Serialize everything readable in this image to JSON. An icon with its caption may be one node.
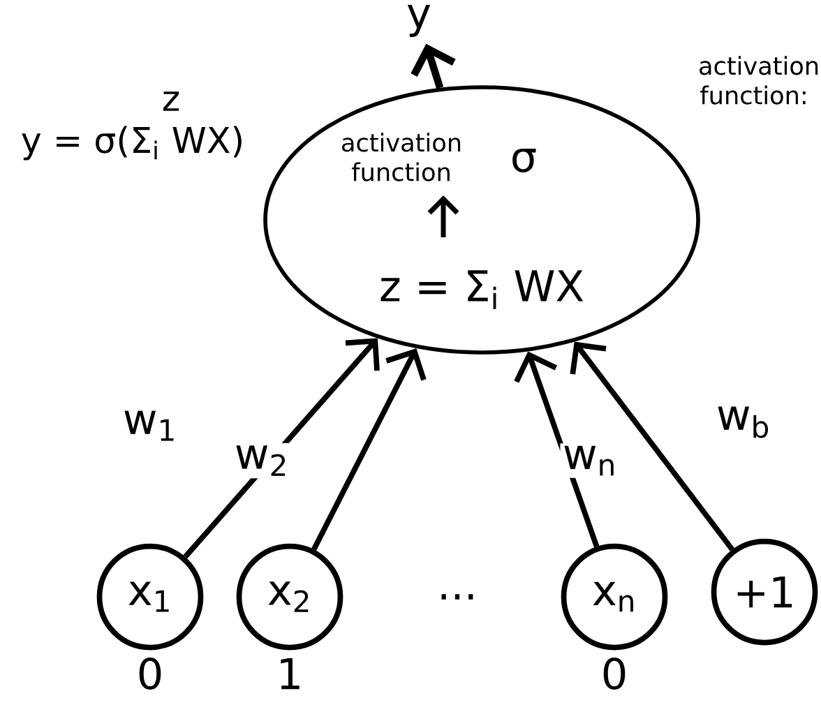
{
  "diagram": {
    "nodes": [
      {
        "text": [
          "activation function",
          "σ",
          "z = Σ$_{i}$ WX"
        ]
      },
      {
        "text": [
          "y"
        ]
      },
      {
        "text": [
          "x$_{1}$"
        ],
        "beside": [
          "0"
        ]
      },
      {
        "text": [
          "x$_{2}$"
        ],
        "beside": [
          "1"
        ]
      },
      {
        "text": [
          "x$_{n}$"
        ],
        "beside": [
          "0"
        ]
      },
      {
        "text": [
          "+1"
        ]
      }
    ],
    "edges": [
      {
        "from": 0,
        "to": 1,
        "arrow": "to"
      },
      {
        "from": 2,
        "to": 0,
        "arrow": "to",
        "label": "w$_{1}$"
      },
      {
        "from": 3,
        "to": 0,
        "arrow": "to",
        "label": "w$_{2}$"
      },
      {
        "from": 4,
        "to": 0,
        "arrow": "to",
        "label": "w$_{n}$"
      },
      {
        "from": 5,
        "to": 0,
        "arrow": "to",
        "label": "w$_{b}$"
      }
    ],
    "labels": [
      "z",
      "y = σ(Σ$_{i}$ WX)",
      "activation function:",
      "..."
    ]
  }
}
